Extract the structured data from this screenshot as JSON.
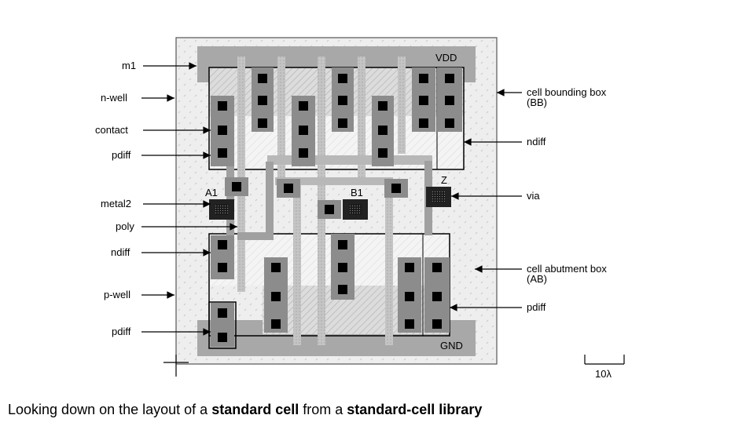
{
  "labels": {
    "m1": "m1",
    "n_well": "n-well",
    "contact": "contact",
    "pdiff_top": "pdiff",
    "metal2": "metal2",
    "poly": "poly",
    "ndiff_left": "ndiff",
    "p_well": "p-well",
    "pdiff_bottom": "pdiff",
    "cell_bounding_box": "cell bounding box",
    "bb": "(BB)",
    "ndiff_right": "ndiff",
    "via": "via",
    "cell_abutment_box": "cell abutment box",
    "ab": "(AB)",
    "pdiff_right": "pdiff",
    "vdd": "VDD",
    "gnd": "GND",
    "a1": "A1",
    "b1": "B1",
    "z": "Z",
    "scale": "10λ"
  },
  "caption": {
    "part1": "Looking down on the layout of a ",
    "bold1": "standard cell",
    "part2": " from a ",
    "bold2": "standard-cell library"
  },
  "colors": {
    "well": "#eeeeee",
    "rail": "#a8a8a8",
    "poly": "#bcbcbc",
    "diff": "#8c8c8c",
    "contact": "#000000",
    "metal2": "#2a2a2a"
  }
}
